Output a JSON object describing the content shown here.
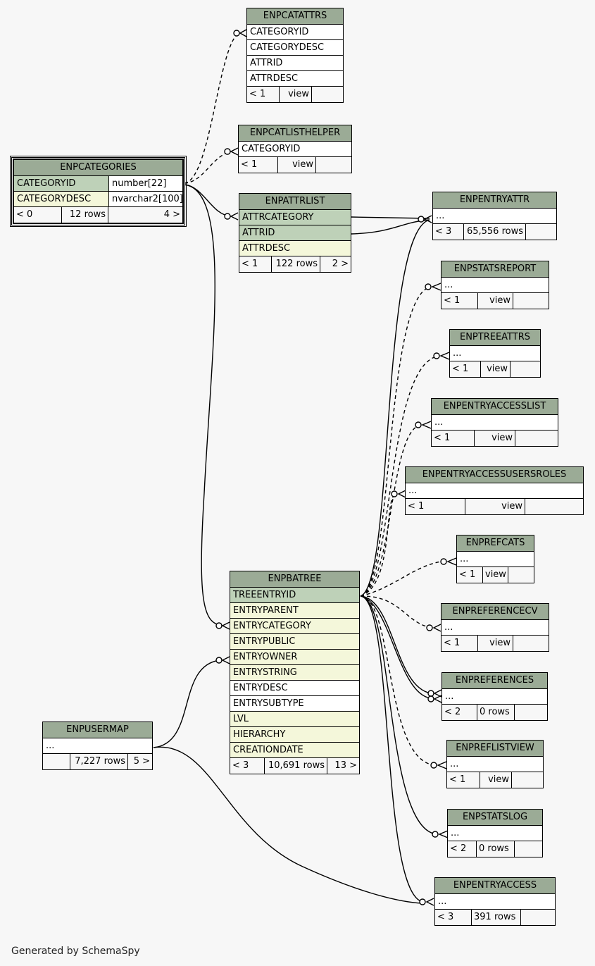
{
  "credit": "Generated by SchemaSpy",
  "tables": {
    "enpcatattrs": {
      "name": "ENPCATATTRS",
      "columns": [
        "CATEGORYID",
        "CATEGORYDESC",
        "ATTRID",
        "ATTRDESC"
      ],
      "footer": [
        "< 1",
        "view",
        ""
      ]
    },
    "enpcatlisthelper": {
      "name": "ENPCATLISTHELPER",
      "columns": [
        "CATEGORYID"
      ],
      "footer": [
        "< 1",
        "view",
        ""
      ]
    },
    "enpcategories": {
      "name": "ENPCATEGORIES",
      "columns": [
        {
          "name": "CATEGORYID",
          "type": "number[22]"
        },
        {
          "name": "CATEGORYDESC",
          "type": "nvarchar2[100]"
        }
      ],
      "footer": [
        "< 0",
        "12 rows",
        "4 >"
      ]
    },
    "enpattrlist": {
      "name": "ENPATTRLIST",
      "columns": [
        "ATTRCATEGORY",
        "ATTRID",
        "ATTRDESC"
      ],
      "footer": [
        "< 1",
        "122 rows",
        "2 >"
      ]
    },
    "enpentryattr": {
      "name": "ENPENTRYATTR",
      "columns": [
        "..."
      ],
      "footer": [
        "< 3",
        "65,556 rows",
        ""
      ]
    },
    "enpstatsreport": {
      "name": "ENPSTATSREPORT",
      "columns": [
        "..."
      ],
      "footer": [
        "< 1",
        "view",
        ""
      ]
    },
    "enptreeattrs": {
      "name": "ENPTREEATTRS",
      "columns": [
        "..."
      ],
      "footer": [
        "< 1",
        "view",
        ""
      ]
    },
    "enpentryaccesslist": {
      "name": "ENPENTRYACCESSLIST",
      "columns": [
        "..."
      ],
      "footer": [
        "< 1",
        "view",
        ""
      ]
    },
    "enpentryaccessusersroles": {
      "name": "ENPENTRYACCESSUSERSROLES",
      "columns": [
        "..."
      ],
      "footer": [
        "< 1",
        "view",
        ""
      ]
    },
    "enprefcats": {
      "name": "ENPREFCATS",
      "columns": [
        "..."
      ],
      "footer": [
        "< 1",
        "view",
        ""
      ]
    },
    "enpreferencecv": {
      "name": "ENPREFERENCECV",
      "columns": [
        "..."
      ],
      "footer": [
        "< 1",
        "view",
        ""
      ]
    },
    "enpbatree": {
      "name": "ENPBATREE",
      "columns": [
        "TREEENTRYID",
        "ENTRYPARENT",
        "ENTRYCATEGORY",
        "ENTRYPUBLIC",
        "ENTRYOWNER",
        "ENTRYSTRING",
        "ENTRYDESC",
        "ENTRYSUBTYPE",
        "LVL",
        "HIERARCHY",
        "CREATIONDATE"
      ],
      "footer": [
        "< 3",
        "10,691 rows",
        "13 >"
      ]
    },
    "enpreferences": {
      "name": "ENPREFERENCES",
      "columns": [
        "..."
      ],
      "footer": [
        "< 2",
        "0 rows",
        ""
      ]
    },
    "enpreflistview": {
      "name": "ENPREFLISTVIEW",
      "columns": [
        "..."
      ],
      "footer": [
        "< 1",
        "view",
        ""
      ]
    },
    "enpusermap": {
      "name": "ENPUSERMAP",
      "columns": [
        "..."
      ],
      "footer": [
        "",
        "7,227 rows",
        "5 >"
      ]
    },
    "enpstatslog": {
      "name": "ENPSTATSLOG",
      "columns": [
        "..."
      ],
      "footer": [
        "< 2",
        "0 rows",
        ""
      ]
    },
    "enpentryaccess": {
      "name": "ENPENTRYACCESS",
      "columns": [
        "..."
      ],
      "footer": [
        "< 3",
        "391 rows",
        ""
      ]
    }
  },
  "colors": {
    "header": "#9bab96",
    "primary_key": "#bed1b8",
    "indexed": "#f4f7da",
    "background": "#f7f7f7"
  }
}
